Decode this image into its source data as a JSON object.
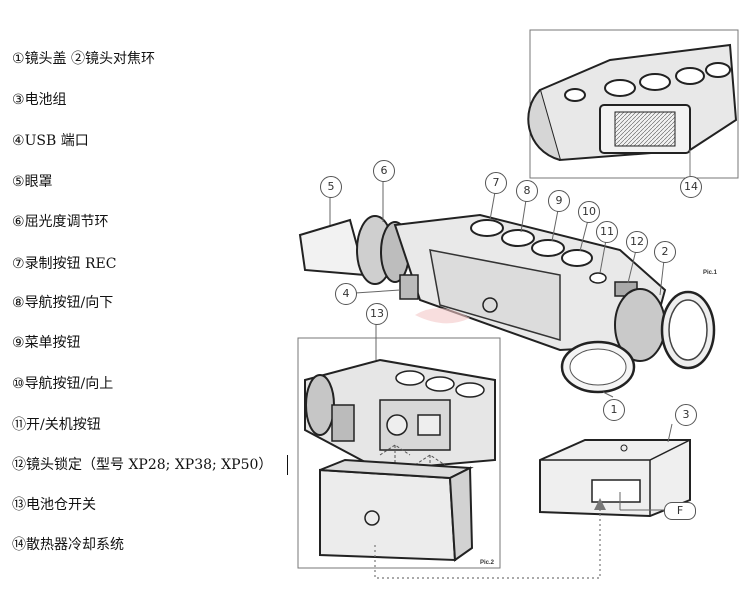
{
  "legend": [
    {
      "num": "①",
      "text": "镜头盖 ②镜头对焦环"
    },
    {
      "num": "③",
      "text": "电池组"
    },
    {
      "num": "④",
      "text": "USB 端口"
    },
    {
      "num": "⑤",
      "text": "眼罩"
    },
    {
      "num": "⑥",
      "text": "屈光度调节环"
    },
    {
      "num": "⑦",
      "text": "录制按钮 REC"
    },
    {
      "num": "⑧",
      "text": "导航按钮/向下"
    },
    {
      "num": "⑨",
      "text": "菜单按钮"
    },
    {
      "num": "⑩",
      "text": "导航按钮/向上"
    },
    {
      "num": "⑪",
      "text": "开/关机按钮"
    },
    {
      "num": "⑫",
      "text": "镜头锁定（型号 XP28; XP38; XP50）"
    },
    {
      "num": "⑬",
      "text": "电池仓开关"
    },
    {
      "num": "⑭",
      "text": "散热器冷却系统"
    }
  ],
  "callouts": {
    "c1": "1",
    "c2": "2",
    "c3": "3",
    "c4": "4",
    "c5": "5",
    "c6": "6",
    "c7": "7",
    "c8": "8",
    "c9": "9",
    "c10": "10",
    "c11": "11",
    "c12": "12",
    "c13": "13",
    "c14": "14",
    "cF": "F"
  },
  "pic_labels": {
    "pic1": "Pic.1",
    "pic2": "Pic.2"
  }
}
